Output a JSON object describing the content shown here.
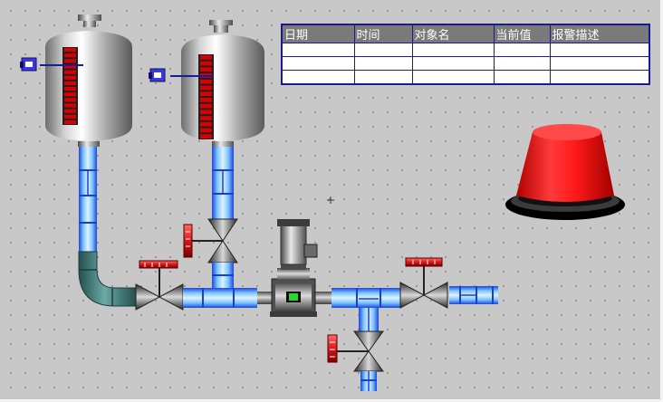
{
  "alarm_table": {
    "headers": [
      "日期",
      "时间",
      "对象名",
      "当前值",
      "报警描述"
    ],
    "rows": [
      [
        "",
        "",
        "",
        "",
        ""
      ],
      [
        "",
        "",
        "",
        "",
        ""
      ],
      [
        "",
        "",
        "",
        "",
        ""
      ]
    ]
  },
  "tanks": [
    {
      "name": "tank-left",
      "level_fraction": 1.0
    },
    {
      "name": "tank-right",
      "level_fraction": 1.0
    }
  ],
  "alarm_lamp": {
    "state": "on",
    "color": "#ff1a1a"
  },
  "pump_status": {
    "state": "running",
    "color": "#2bd62b"
  },
  "colors": {
    "pipe": "#5ab4ff",
    "pipe_dark": "#1a3fd6",
    "elbow": "#3c7d7a",
    "valve_handle": "#d81818",
    "tank_level": "#d80000",
    "background": "#c8c8c8"
  }
}
